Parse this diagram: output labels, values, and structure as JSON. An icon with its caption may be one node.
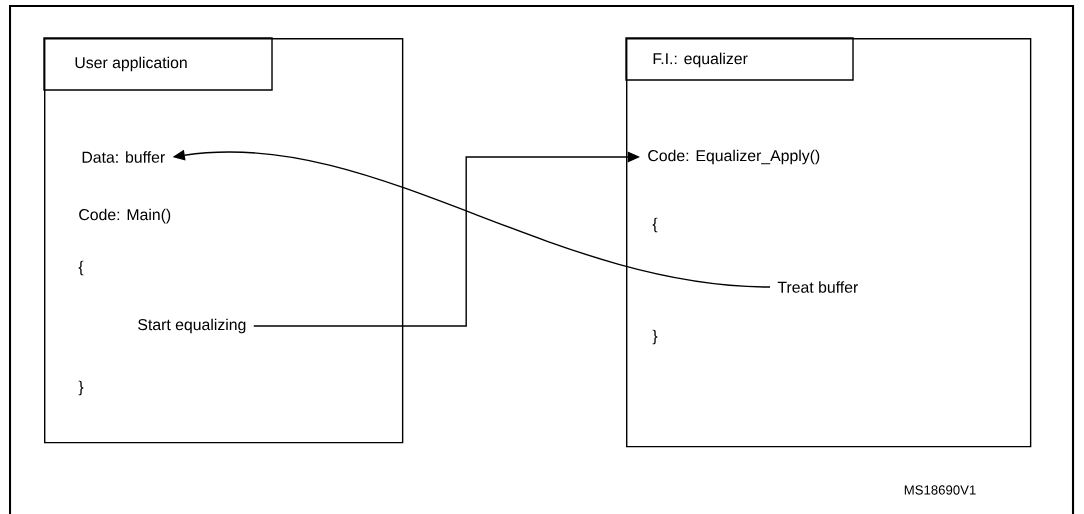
{
  "diagram": {
    "nodes": [
      {
        "text": [
          "User application",
          "Code: Main()",
          "{",
          "}"
        ]
      },
      {
        "text": [
          "Data: buffer"
        ],
        "in": 0
      },
      {
        "text": [
          "Start equalizing"
        ],
        "in": 0
      },
      {
        "text": [
          "F.I.: equalizer",
          "{",
          "}"
        ]
      },
      {
        "text": [
          "Code: Equalizer_Apply()"
        ],
        "in": 3
      },
      {
        "text": [
          "Treat buffer"
        ],
        "in": 3
      }
    ],
    "edges": [
      {
        "from": 2,
        "to": 4,
        "arrow": "to"
      },
      {
        "from": 5,
        "to": 1,
        "arrow": "to"
      }
    ],
    "labels": [
      "MS18690V1"
    ]
  }
}
